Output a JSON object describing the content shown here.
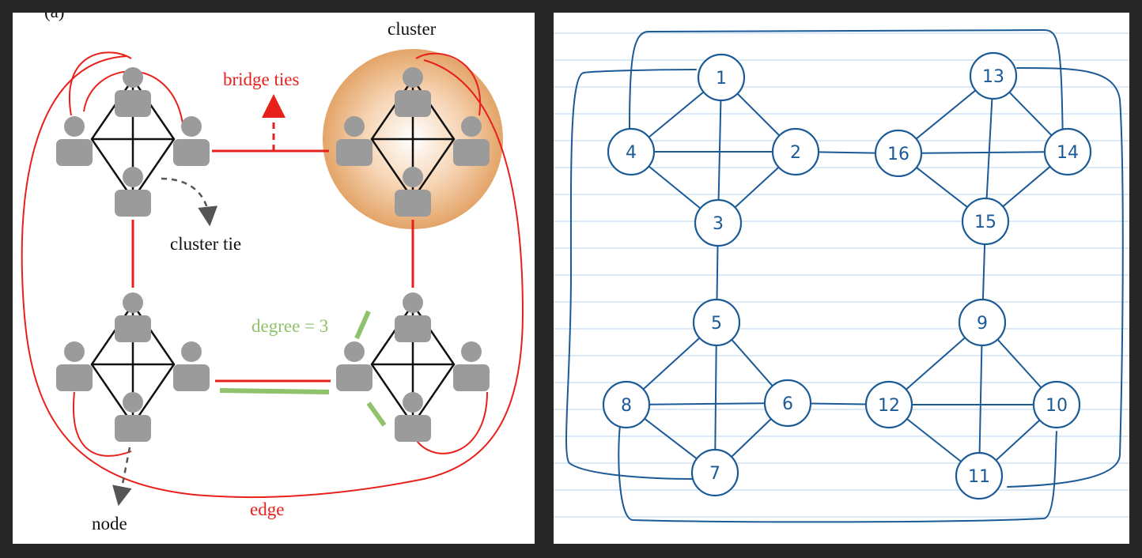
{
  "colors": {
    "background": "#262626",
    "panel": "#ffffff",
    "edge_red": "#e8201c",
    "cluster_tie_black": "#111111",
    "person_gray": "#9b9b9b",
    "degree_green": "#8fc26b",
    "cluster_fill": "#e9a76a",
    "ink_blue": "#1b5a96",
    "ruled_line": "#cfe3f3"
  },
  "left": {
    "partial_label": "(a)",
    "labels": {
      "cluster": "cluster",
      "bridge_ties": "bridge ties",
      "cluster_tie": "cluster tie",
      "degree": "degree = 3",
      "node": "node",
      "edge": "edge"
    },
    "icons": [
      "person-icon"
    ],
    "clusters": 4,
    "people_per_cluster": 4
  },
  "right": {
    "node_labels": [
      "1",
      "2",
      "3",
      "4",
      "5",
      "6",
      "7",
      "8",
      "9",
      "10",
      "11",
      "12",
      "13",
      "14",
      "15",
      "16"
    ]
  }
}
